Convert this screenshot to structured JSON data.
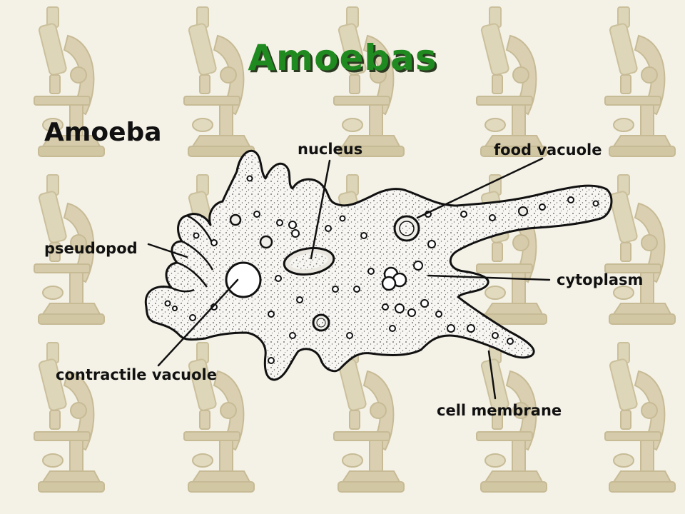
{
  "slide": {
    "title": "Amoebas",
    "title_color": "#1f8a1f",
    "background_color": "#f4f1e6",
    "background_pattern": "microscope-icon"
  },
  "diagram": {
    "title": "Amoeba",
    "labels": {
      "nucleus": "nucleus",
      "food_vacuole": "food vacuole",
      "pseudopod": "pseudopod",
      "cytoplasm": "cytoplasm",
      "contractile_vacuole": "contractile vacuole",
      "cell_membrane": "cell membrane"
    }
  }
}
